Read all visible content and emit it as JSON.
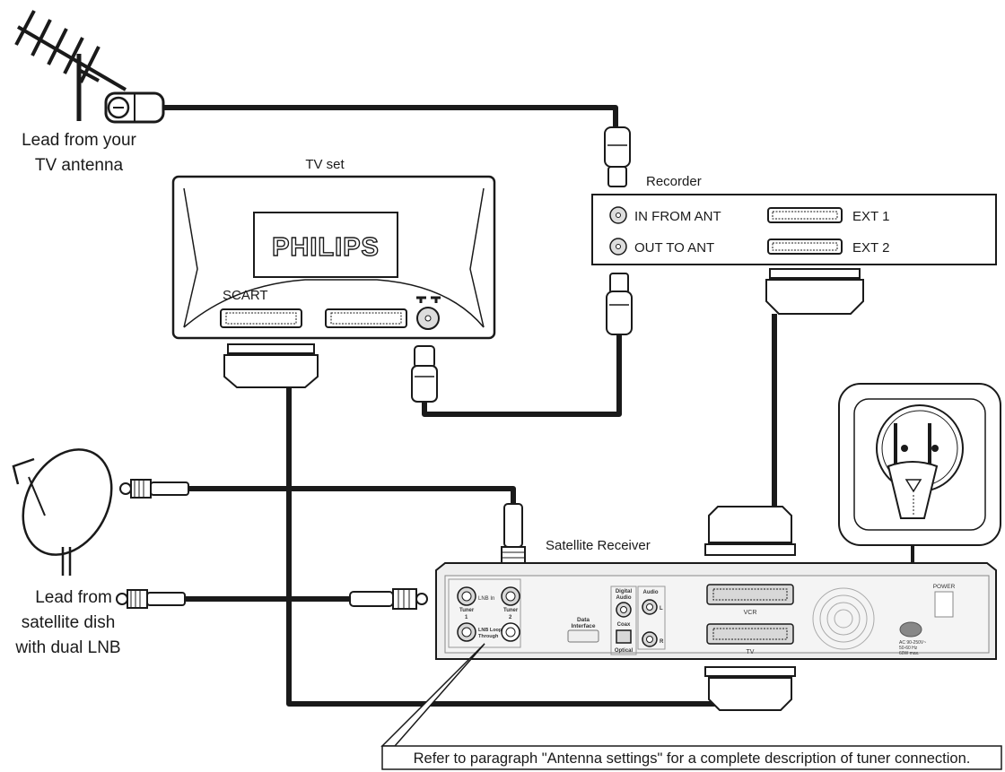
{
  "labels": {
    "antenna": [
      "Lead from your",
      "TV antenna"
    ],
    "tv_set": "TV set",
    "tv_brand": "PHILIPS",
    "tv_scart": "SCART",
    "recorder": "Recorder",
    "in_from_ant": "IN FROM ANT",
    "out_to_ant": "OUT TO ANT",
    "ext1": "EXT 1",
    "ext2": "EXT 2",
    "dish": [
      "Lead from",
      "satellite dish",
      "with dual LNB"
    ],
    "receiver": "Satellite Receiver",
    "note": "Refer to paragraph \"Antenna settings\" for a complete description of tuner connection."
  },
  "receiver_panel": {
    "lnb_in": "LNB In",
    "tuner1": "Tuner",
    "tuner1_num": "1",
    "tuner2": "Tuner",
    "tuner2_num": "2",
    "loop": "LNB Loop",
    "loop2": "Through",
    "digital_audio": "Digital",
    "digital_audio2": "Audio",
    "coax": "Coax",
    "optical": "Optical",
    "audio": "Audio",
    "audio_l": "L",
    "audio_r": "R",
    "data": "Data",
    "interface": "Interface",
    "vcr": "VCR",
    "tv": "TV",
    "power": "POWER",
    "rating1": "AC 90-250V~",
    "rating2": "50-60 Hz",
    "rating3": "60W max."
  },
  "colors": {
    "ink": "#1a1a1a",
    "cable": "#1a1a1a",
    "panel": "#eeeeee",
    "port": "#d8d8d8",
    "plug": "#888888"
  }
}
